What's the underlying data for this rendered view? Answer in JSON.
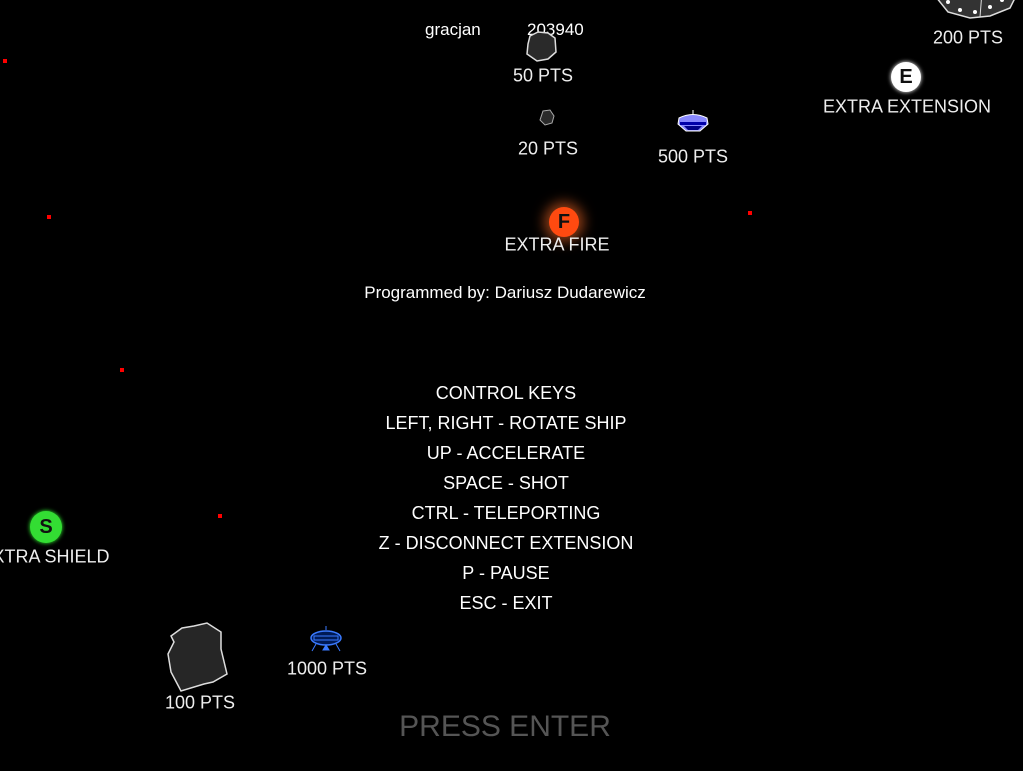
{
  "hud": {
    "player": "gracjan",
    "score": "203940"
  },
  "items": {
    "asteroid_50": "50 PTS",
    "asteroid_20": "20 PTS",
    "ufo_500": "500 PTS",
    "asteroid_200": "200 PTS",
    "extension": {
      "letter": "E",
      "label": "EXTRA EXTENSION"
    },
    "fire": {
      "letter": "F",
      "label": "EXTRA FIRE"
    },
    "shield": {
      "letter": "S",
      "label": "EXTRA SHIELD"
    },
    "asteroid_100": "100 PTS",
    "ufo_1000": "1000 PTS"
  },
  "credits": "Programmed by: Dariusz Dudarewicz",
  "controls": {
    "title": "CONTROL KEYS",
    "lines": [
      "LEFT, RIGHT - ROTATE SHIP",
      "UP - ACCELERATE",
      "SPACE - SHOT",
      "CTRL - TELEPORTING",
      "Z - DISCONNECT EXTENSION",
      "P - PAUSE",
      "ESC - EXIT"
    ]
  },
  "prompt": "PRESS ENTER",
  "colors": {
    "star": "#ff0000",
    "fire": "#ff4a10",
    "shield": "#33dd33",
    "prompt": "#555555"
  }
}
